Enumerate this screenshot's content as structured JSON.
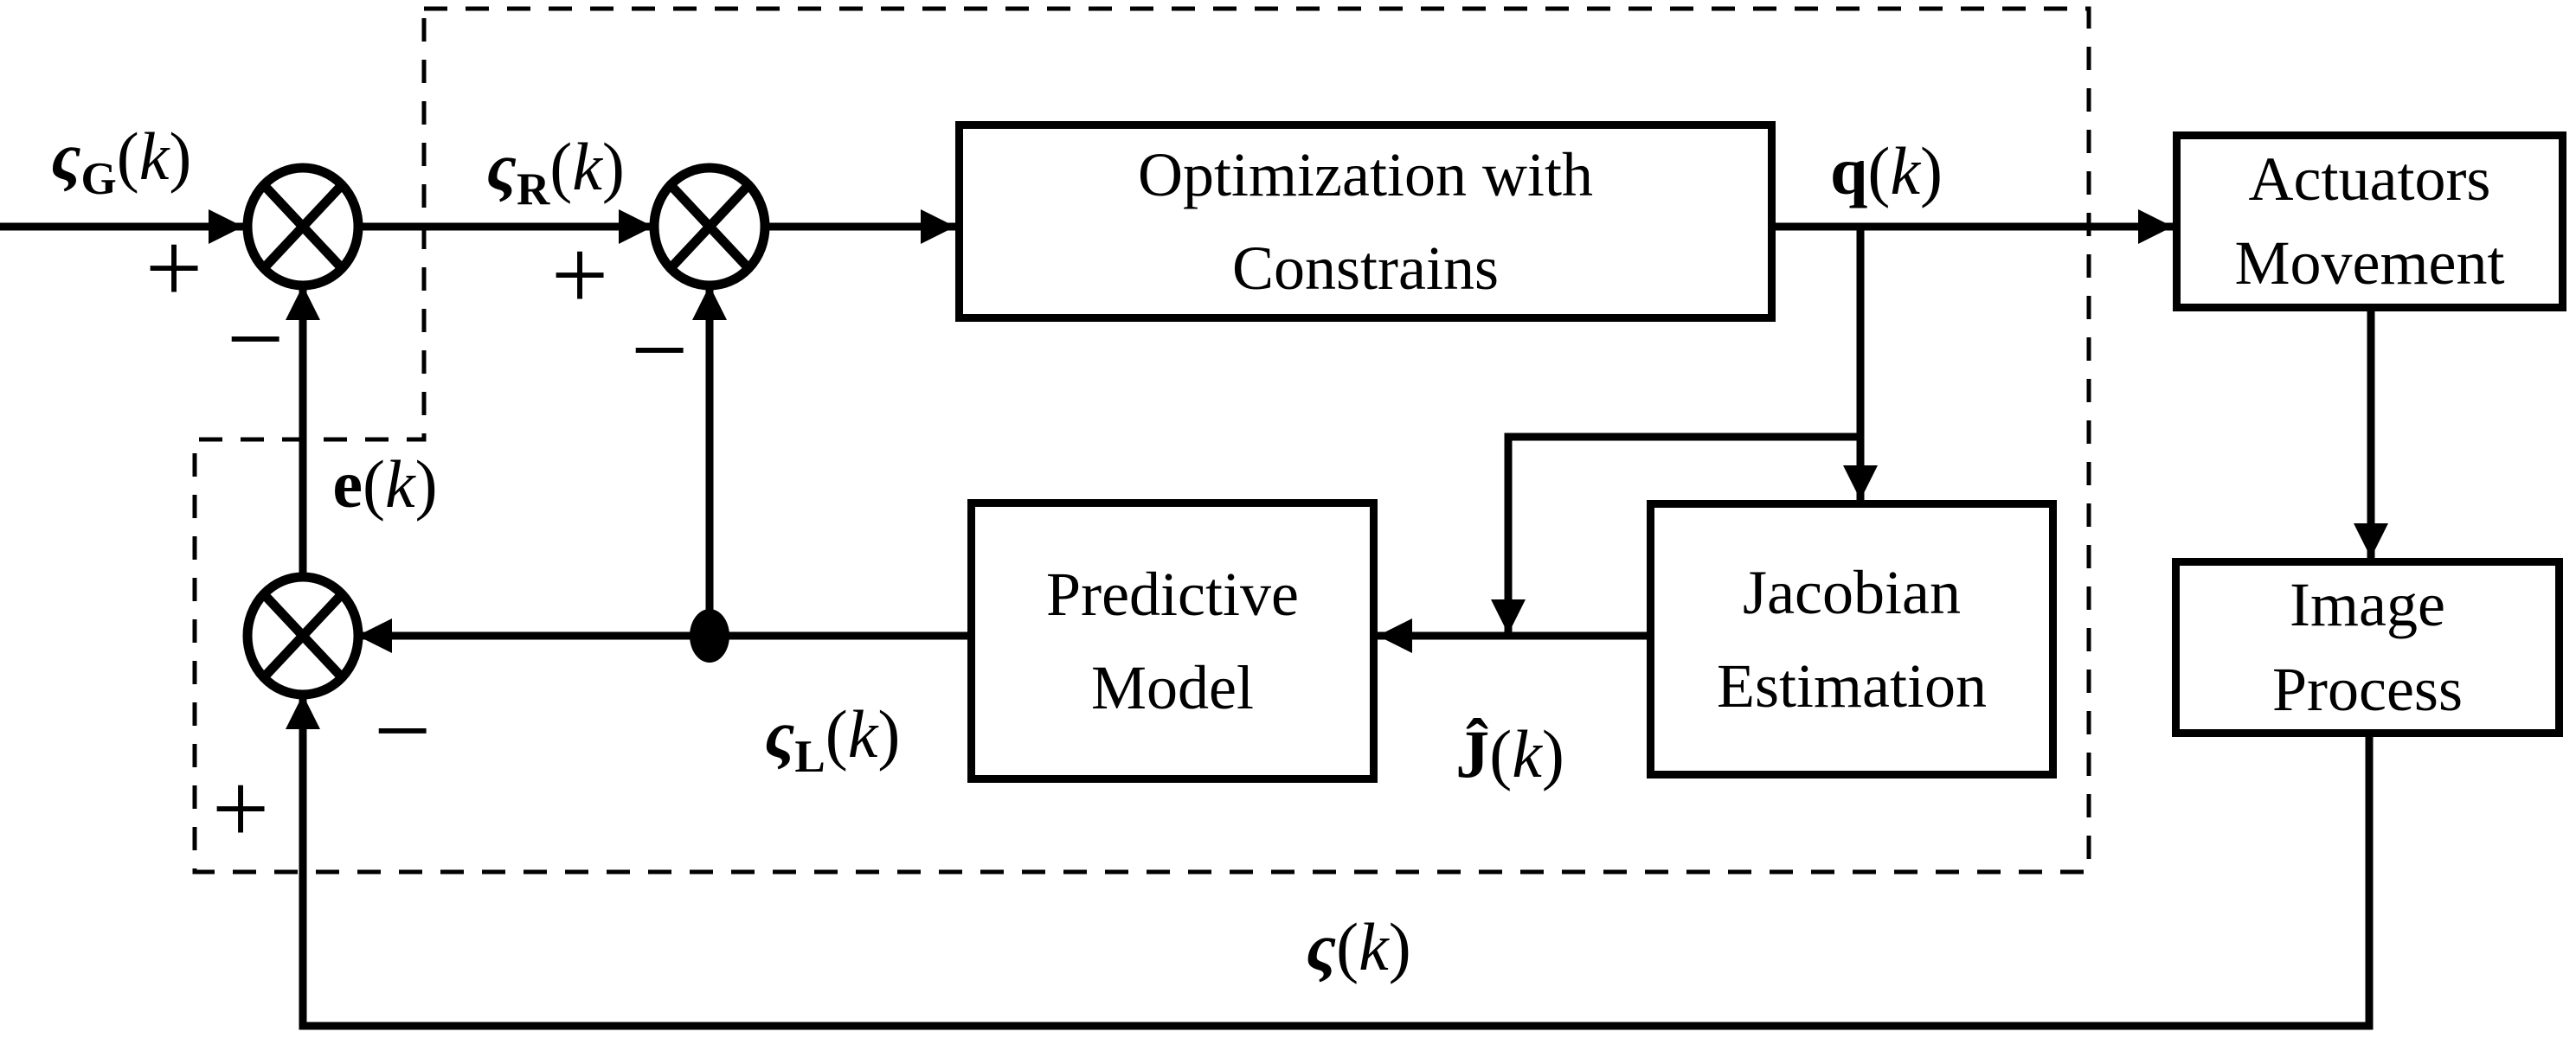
{
  "title": "Model predictive visual servoing control loop diagram",
  "colors": {
    "ink": "#000000",
    "paper": "#ffffff"
  },
  "blocks": {
    "optimization": {
      "line1": "Optimization with",
      "line2": "Constrains"
    },
    "predictive": {
      "line1": "Predictive",
      "line2": "Model"
    },
    "jacobian": {
      "line1": "Jacobian",
      "line2": "Estimation"
    },
    "actuators": {
      "line1": "Actuators",
      "line2": "Movement"
    },
    "image": {
      "line1": "Image",
      "line2": "Process"
    }
  },
  "signals": {
    "goal": {
      "symbol": "ς",
      "sub": "G",
      "open": "(",
      "var": "k",
      "close": ")"
    },
    "reference": {
      "symbol": "ς",
      "sub": "R",
      "open": "(",
      "var": "k",
      "close": ")"
    },
    "error": {
      "symbol": "e",
      "open": "(",
      "var": "k",
      "close": ")"
    },
    "joint": {
      "symbol": "q",
      "open": "(",
      "var": "k",
      "close": ")"
    },
    "jacobian": {
      "symbol": "Ĵ",
      "open": "(",
      "var": "k",
      "close": ")"
    },
    "local": {
      "symbol": "ς",
      "sub": "L",
      "open": "(",
      "var": "k",
      "close": ")"
    },
    "feedback": {
      "symbol": "ς",
      "open": "(",
      "var": "k",
      "close": ")"
    }
  },
  "signs": {
    "plus": "+",
    "minus": "−"
  }
}
